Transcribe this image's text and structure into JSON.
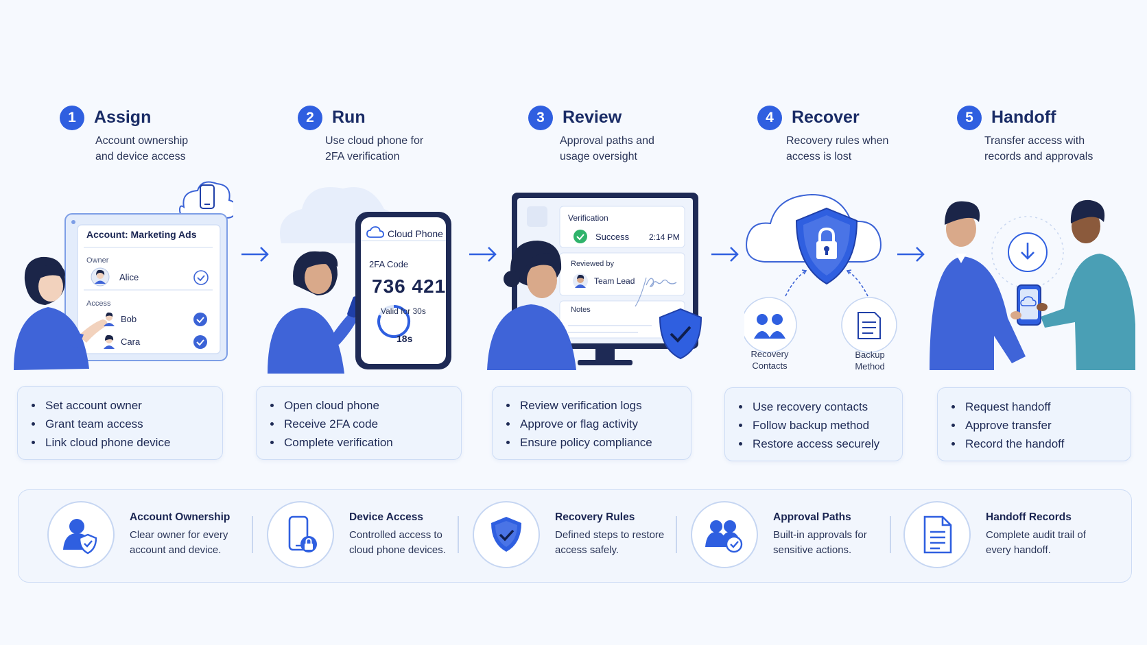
{
  "steps": [
    {
      "num": "1",
      "title": "Assign",
      "sub1": "Account ownership",
      "sub2": "and device access",
      "bullets": [
        "Set account owner",
        "Grant team access",
        "Link cloud phone device"
      ]
    },
    {
      "num": "2",
      "title": "Run",
      "sub1": "Use cloud phone for",
      "sub2": "2FA verification",
      "bullets": [
        "Open cloud phone",
        "Receive 2FA code",
        "Complete verification"
      ]
    },
    {
      "num": "3",
      "title": "Review",
      "sub1": "Approval paths and",
      "sub2": "usage oversight",
      "bullets": [
        "Review verification logs",
        "Approve or flag activity",
        "Ensure policy compliance"
      ]
    },
    {
      "num": "4",
      "title": "Recover",
      "sub1": "Recovery rules when",
      "sub2": "access is lost",
      "bullets": [
        "Use recovery contacts",
        "Follow backup method",
        "Restore access securely"
      ]
    },
    {
      "num": "5",
      "title": "Handoff",
      "sub1": "Transfer access with",
      "sub2": "records and approvals",
      "bullets": [
        "Request handoff",
        "Approve transfer",
        "Record the handoff"
      ]
    }
  ],
  "assign_panel": {
    "title": "Account: Marketing Ads",
    "owner_label": "Owner",
    "owner": "Alice",
    "access_label": "Access",
    "access_users": [
      "Bob",
      "Cara"
    ]
  },
  "phone_panel": {
    "header": "Cloud Phone",
    "code_label": "2FA Code",
    "code": "736 421",
    "valid": "Valid for 30s",
    "timer": "18s"
  },
  "review_panel": {
    "verification_label": "Verification",
    "status": "Success",
    "time": "2:14 PM",
    "reviewed_by_label": "Reviewed by",
    "reviewer": "Team Lead",
    "notes_label": "Notes"
  },
  "recover_panel": {
    "contacts_line1": "Recovery",
    "contacts_line2": "Contacts",
    "backup_line1": "Backup",
    "backup_line2": "Method"
  },
  "features": [
    {
      "title": "Account Ownership",
      "desc": "Clear owner for every account and device.",
      "icon": "user-shield-icon"
    },
    {
      "title": "Device Access",
      "desc": "Controlled access to cloud phone devices.",
      "icon": "phone-lock-icon"
    },
    {
      "title": "Recovery Rules",
      "desc": "Defined steps to restore access safely.",
      "icon": "shield-check-icon"
    },
    {
      "title": "Approval Paths",
      "desc": "Built-in approvals for sensitive actions.",
      "icon": "users-check-icon"
    },
    {
      "title": "Handoff Records",
      "desc": "Complete audit trail of every handoff.",
      "icon": "document-icon"
    }
  ],
  "colors": {
    "accent": "#2f5fe0",
    "navy": "#1a2c66",
    "success": "#2fb36b",
    "teal": "#4a9fb5"
  }
}
